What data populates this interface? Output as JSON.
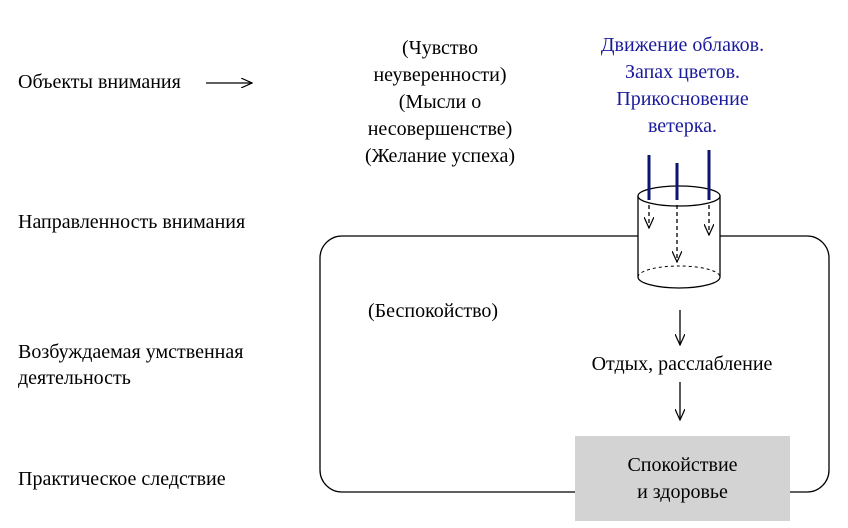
{
  "labels": {
    "objects": "Объекты внимания",
    "direction": "Направленность внимания",
    "mental_activity_1": "Возбуждаемая умственная",
    "mental_activity_2": "деятельность",
    "consequence": "Практическое следствие"
  },
  "negative_thoughts": [
    "(Чувство",
    "неуверенности)",
    "(Мысли о",
    "несовершенстве)",
    "(Желание успеха)"
  ],
  "sensory_objects": [
    "Движение облаков.",
    "Запах цветов.",
    "Прикосновение",
    "ветерка."
  ],
  "anxiety": "(Беспокойство)",
  "rest": "Отдых, расслабление",
  "result": [
    "Спокойствие",
    "и здоровье"
  ],
  "colors": {
    "sensory_text": "#1a1a9c",
    "sensory_lines": "#0d1470",
    "result_box": "#d3d3d3"
  }
}
